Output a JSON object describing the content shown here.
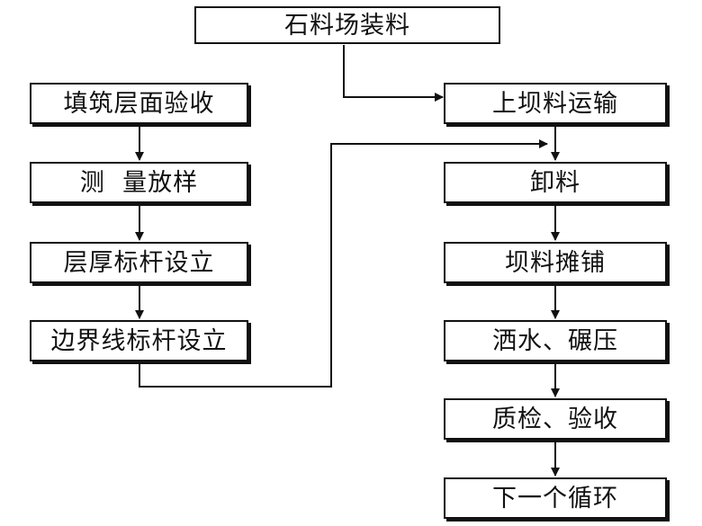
{
  "flowchart": {
    "top": {
      "label": "石料场装料"
    },
    "left_column": [
      {
        "label": "填筑层面验收"
      },
      {
        "label": "测  量放样"
      },
      {
        "label": "层厚标杆设立"
      },
      {
        "label": "边界线标杆设立"
      }
    ],
    "right_column": [
      {
        "label": "上坝料运输"
      },
      {
        "label": "卸料"
      },
      {
        "label": "坝料摊铺"
      },
      {
        "label": "洒水、碾压"
      },
      {
        "label": "质检、验收"
      },
      {
        "label": "下一个循环"
      }
    ]
  }
}
